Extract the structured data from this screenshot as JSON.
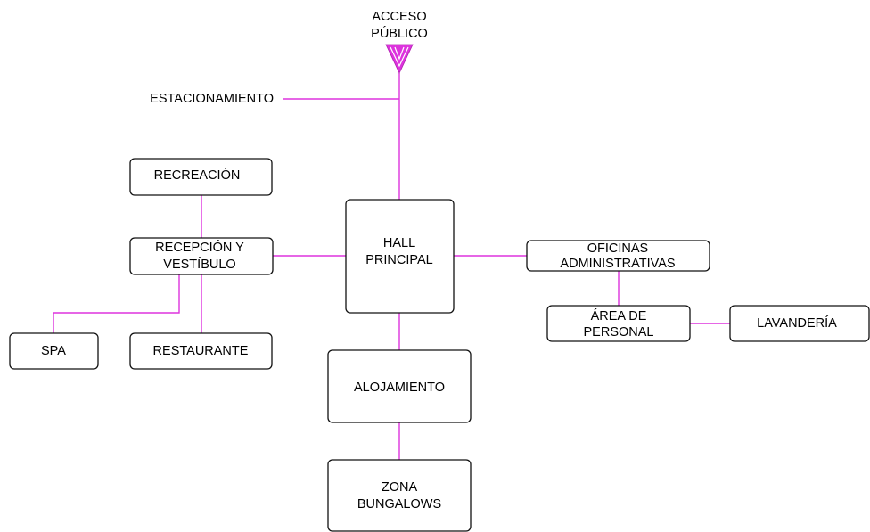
{
  "colors": {
    "connector": "#dd33dd",
    "box_border": "#111111",
    "text": "#000000",
    "background": "#ffffff"
  },
  "entry": {
    "line1": "ACCESO",
    "line2": "PÚBLICO",
    "icon": "entry-arrow-icon"
  },
  "parking": {
    "label": "ESTACIONAMIENTO"
  },
  "nodes": {
    "hall": {
      "line1": "HALL",
      "line2": "PRINCIPAL"
    },
    "recreacion": {
      "line1": "RECREACIÓN"
    },
    "recepcion": {
      "line1": "RECEPCIÓN Y",
      "line2": "VESTÍBULO"
    },
    "spa": {
      "line1": "SPA"
    },
    "restaurante": {
      "line1": "RESTAURANTE"
    },
    "alojamiento": {
      "line1": "ALOJAMIENTO"
    },
    "bungalows": {
      "line1": "ZONA",
      "line2": "BUNGALOWS"
    },
    "oficinas": {
      "line1": "OFICINAS",
      "line2": "ADMINISTRATIVAS"
    },
    "personal": {
      "line1": "ÁREA DE",
      "line2": "PERSONAL"
    },
    "lavanderia": {
      "line1": "LAVANDERÍA"
    }
  }
}
